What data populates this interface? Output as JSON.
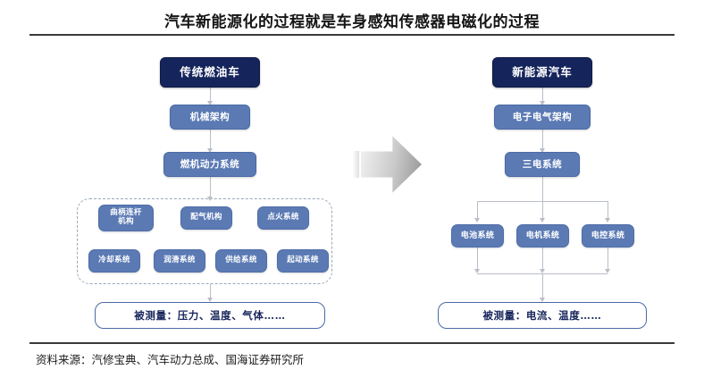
{
  "header": {
    "title": "汽车新能源化的过程就是车身感知传感器电磁化的过程"
  },
  "footer": {
    "source": "资料来源：汽修宝典、汽车动力总成、国海证券研究所"
  },
  "transition": {
    "icon": "right-arrow-icon"
  },
  "left_flow": {
    "root": "传统燃油车",
    "level2": "机械架构",
    "level3": "燃机动力系统",
    "components_row1": [
      "曲柄连杆\n机构",
      "配气机构",
      "点火系统"
    ],
    "components_row2": [
      "冷却系统",
      "润滑系统",
      "供给系统",
      "起动系统"
    ],
    "measurement": "被测量：压力、温度、气体……"
  },
  "right_flow": {
    "root": "新能源汽车",
    "level2": "电子电气架构",
    "level3": "三电系统",
    "components": [
      "电池系统",
      "电机系统",
      "电控系统"
    ],
    "measurement": "被测量：电流、温度……"
  },
  "colors": {
    "dark_node": "#15255c",
    "mid_node": "#5b7ab4",
    "outline_node_border": "#4a6aa6",
    "connector": "#b9bec6",
    "dashed_group": "#9aa7b8",
    "rule": "#3a3a3a"
  }
}
